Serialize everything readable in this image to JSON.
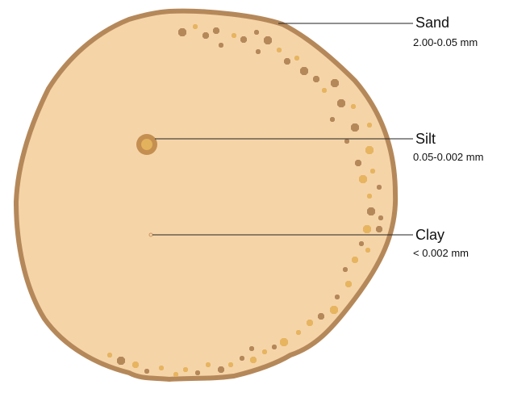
{
  "labels": [
    {
      "id": "sand",
      "name": "Sand",
      "size": "2.00-0.05 mm"
    },
    {
      "id": "silt",
      "name": "Silt",
      "size": "0.05-0.002 mm"
    },
    {
      "id": "clay",
      "name": "Clay",
      "size": "< 0.002 mm"
    }
  ],
  "colors": {
    "sand_body": "#f5d4a8",
    "sand_outline": "#b5885a",
    "grain_dark": "#b5885a",
    "grain_light": "#e7b460",
    "silt_outer": "#c48f50",
    "silt_inner": "#e3b25c",
    "clay_dot": "#c9955f",
    "leader_line": "#222222"
  }
}
